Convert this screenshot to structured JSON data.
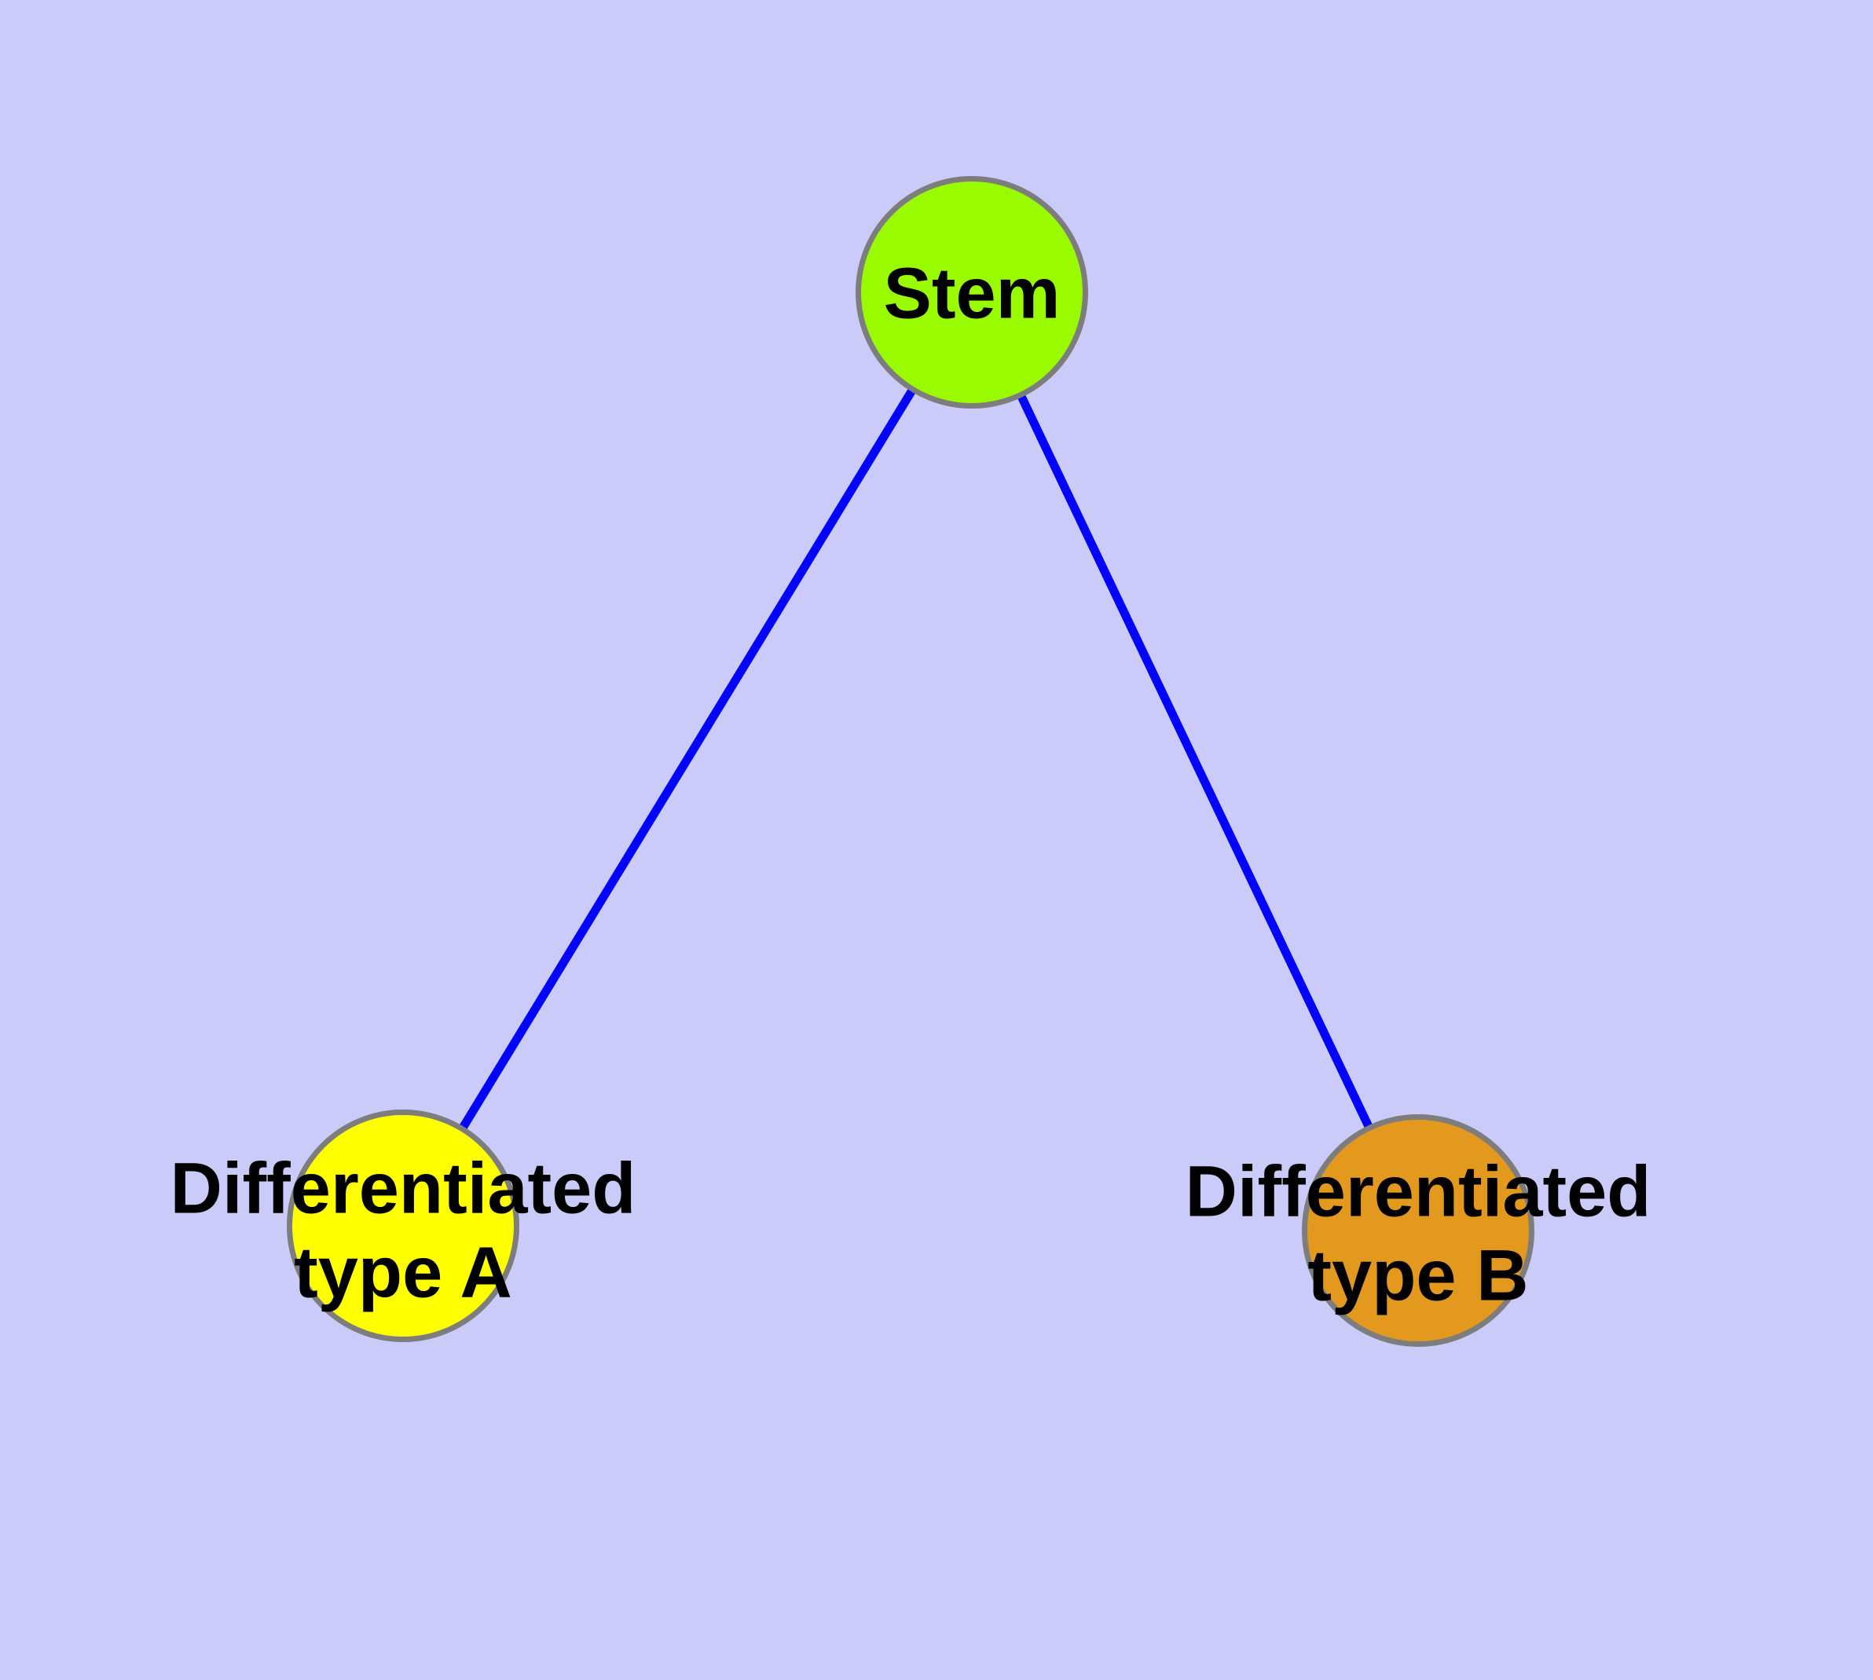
{
  "diagram": {
    "type": "graph",
    "background_color": "#CBCBF9",
    "edge_color": "#0202FF",
    "node_border_color": "#7D7D7D",
    "label_color": "#000000",
    "nodes": [
      {
        "id": "stem",
        "label": "Stem",
        "fill_color": "#9AFA00"
      },
      {
        "id": "differentiated-type-a",
        "label": "Differentiated\ntype A",
        "fill_color": "#FFFF00"
      },
      {
        "id": "differentiated-type-b",
        "label": "Differentiated\ntype B",
        "fill_color": "#E2991D"
      }
    ],
    "edges": [
      {
        "from": "Stem",
        "to": "Differentiated type A"
      },
      {
        "from": "Stem",
        "to": "Differentiated type B"
      }
    ]
  }
}
